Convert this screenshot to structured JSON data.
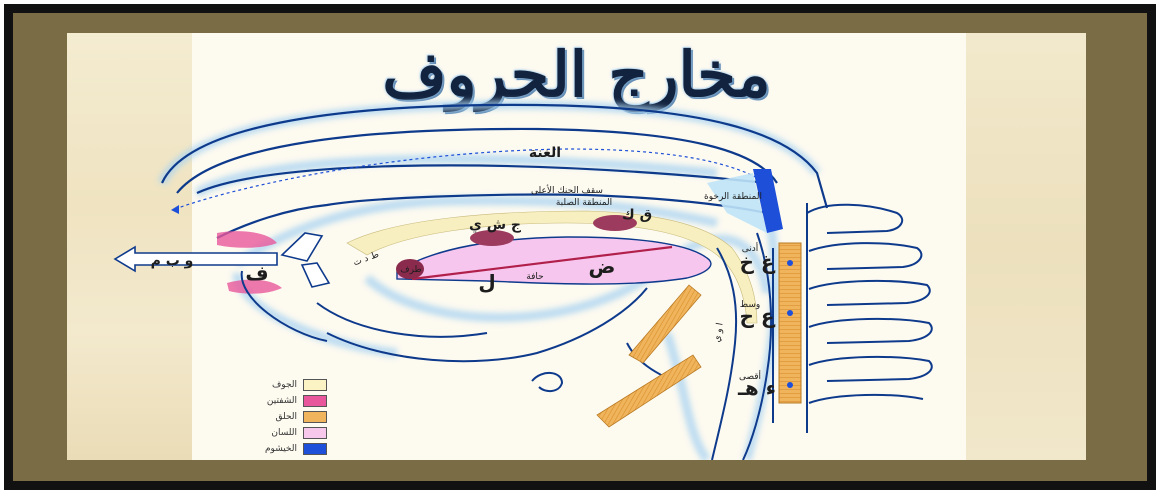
{
  "title": "مخارج الحروف",
  "labels": {
    "ghunna": "الغنة",
    "upper_palate": "سقف الحنك الأعلى",
    "soft_palate": "المنطقة الرخوة",
    "hard_palate": "المنطقة الصلبة",
    "adna": "أدنى",
    "wasat": "وسط",
    "aqsa": "أقصى",
    "haffa": "حافة",
    "tarf": "طرف",
    "letters_lips": "و ب م",
    "letter_fa": "ف",
    "letters_adna": "غ خ",
    "letters_wasat": "ع ح",
    "letters_aqsa": "ء هـ",
    "letters_middle": "ج ش ي",
    "letter_qaf_kaf": "ق ك",
    "letter_dad": "ض",
    "letter_lam": "ل",
    "letters_lisan": "ط د ت",
    "jawf_letters": "ا و ي"
  },
  "legend": [
    {
      "label": "الجوف",
      "color": "#fbf3c4"
    },
    {
      "label": "الشفتين",
      "color": "#e8579b"
    },
    {
      "label": "الحلق",
      "color": "#f0b45c"
    },
    {
      "label": "اللسان",
      "color": "#f8c8ec"
    },
    {
      "label": "الخيشوم",
      "color": "#1d4fd8"
    }
  ],
  "colors": {
    "outline": "#0e3a8c",
    "glow": "#a9d3f2",
    "tongue": "#f7c6ee",
    "jawf": "#f7efbf",
    "throat": "#f0b45c",
    "nasal": "#1d4fd8",
    "lips": "#e8579b"
  }
}
